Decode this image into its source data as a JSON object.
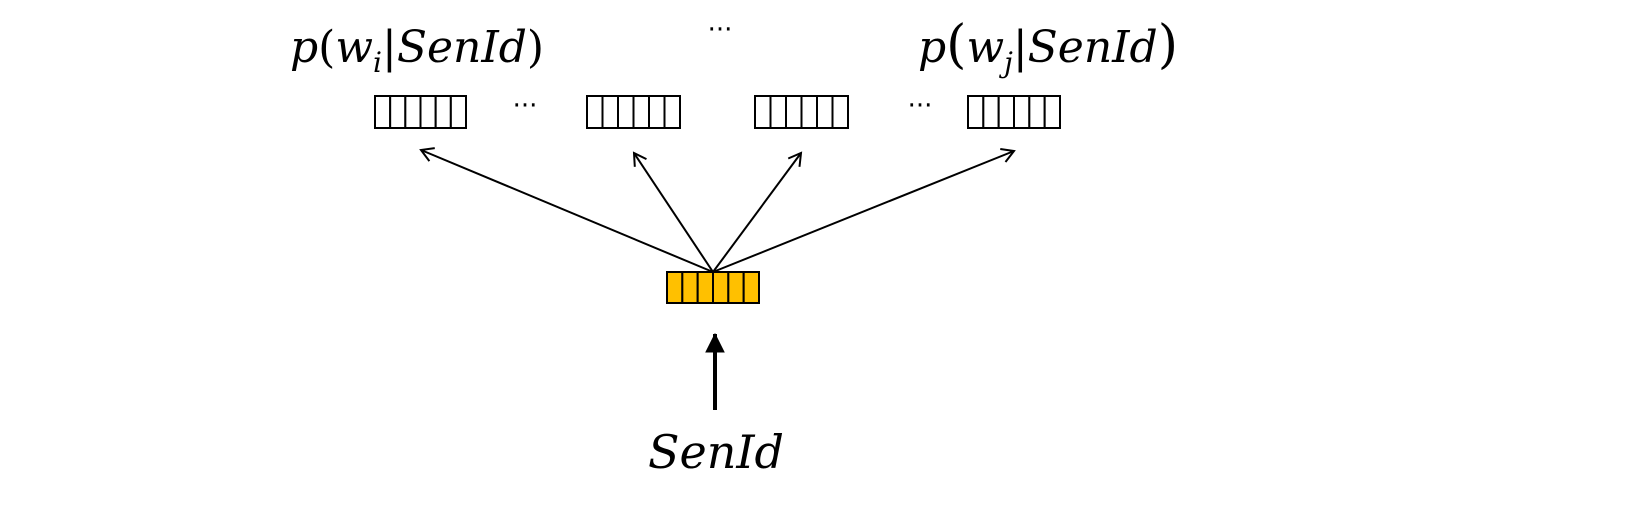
{
  "labels": {
    "top_left": {
      "p": "p",
      "open": "(",
      "w": "w",
      "sub": "i",
      "bar": "|",
      "cond": "SenId",
      "close": ")"
    },
    "top_right": {
      "p": "p",
      "open": "(",
      "w": "w",
      "sub": "j",
      "bar": "|",
      "cond": "SenId",
      "close": ")"
    },
    "top_middle_ellipsis": "···",
    "row_ellipsis_left": "···",
    "row_ellipsis_right": "···",
    "input": "SenId"
  },
  "colors": {
    "output_vector_fill": "#ffffff",
    "hidden_vector_fill": "#ffc000",
    "stroke": "#000000"
  }
}
